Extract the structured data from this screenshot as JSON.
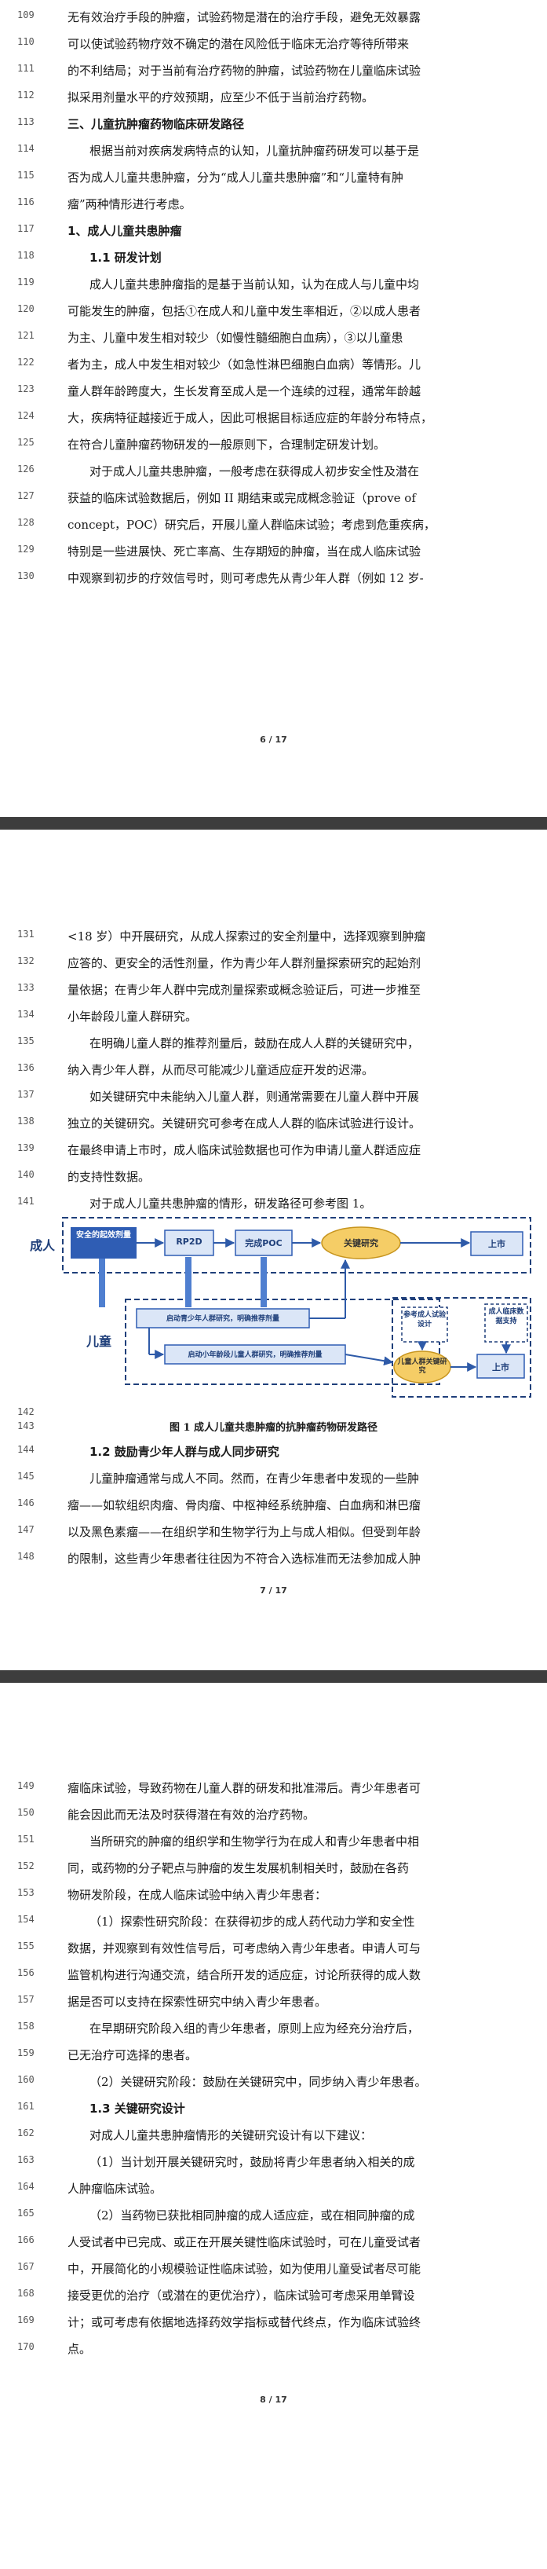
{
  "page1": {
    "lines": [
      {
        "n": "109",
        "t": "无有效治疗手段的肿瘤，试验药物是潜在的治疗手段，避免无效暴露"
      },
      {
        "n": "110",
        "t": "可以使试验药物疗效不确定的潜在风险低于临床无治疗等待所带来"
      },
      {
        "n": "111",
        "t": "的不利结局；对于当前有治疗药物的肿瘤，试验药物在儿童临床试验"
      },
      {
        "n": "112",
        "t": "拟采用剂量水平的疗效预期，应至少不低于当前治疗药物。"
      },
      {
        "n": "113",
        "t": "三、儿童抗肿瘤药物临床研发路径"
      },
      {
        "n": "114",
        "t": "根据当前对疾病发病特点的认知，儿童抗肿瘤药研发可以基于是"
      },
      {
        "n": "115",
        "t": "否为成人儿童共患肿瘤，分为“成人儿童共患肿瘤”和“儿童特有肿"
      },
      {
        "n": "116",
        "t": "瘤”两种情形进行考虑。"
      },
      {
        "n": "117",
        "t": "1、成人儿童共患肿瘤"
      },
      {
        "n": "118",
        "t": "1.1 研发计划"
      },
      {
        "n": "119",
        "t": "成人儿童共患肿瘤指的是基于当前认知，认为在成人与儿童中均"
      },
      {
        "n": "120",
        "t": "可能发生的肿瘤，包括①在成人和儿童中发生率相近，②以成人患者"
      },
      {
        "n": "121",
        "t": "为主、儿童中发生相对较少（如慢性髓细胞白血病），③以儿童患"
      },
      {
        "n": "122",
        "t": "者为主，成人中发生相对较少（如急性淋巴细胞白血病）等情形。儿"
      },
      {
        "n": "123",
        "t": "童人群年龄跨度大，生长发育至成人是一个连续的过程，通常年龄越"
      },
      {
        "n": "124",
        "t": "大，疾病特征越接近于成人，因此可根据目标适应症的年龄分布特点，"
      },
      {
        "n": "125",
        "t": "在符合儿童肿瘤药物研发的一般原则下，合理制定研发计划。"
      },
      {
        "n": "126",
        "t": "对于成人儿童共患肿瘤，一般考虑在获得成人初步安全性及潜在"
      },
      {
        "n": "127",
        "t": "获益的临床试验数据后，例如 II 期结束或完成概念验证（prove of"
      },
      {
        "n": "128",
        "t": "concept，POC）研究后，开展儿童人群临床试验；考虑到危重疾病，"
      },
      {
        "n": "129",
        "t": "特别是一些进展快、死亡率高、生存期短的肿瘤，当在成人临床试验"
      },
      {
        "n": "130",
        "t": "中观察到初步的疗效信号时，则可考虑先从青少年人群（例如 12 岁-"
      }
    ],
    "page_number": "6 / 17"
  },
  "page2": {
    "lines": [
      {
        "n": "131",
        "t": "<18 岁）中开展研究，从成人探索过的安全剂量中，选择观察到肿瘤"
      },
      {
        "n": "132",
        "t": "应答的、更安全的活性剂量，作为青少年人群剂量探索研究的起始剂"
      },
      {
        "n": "133",
        "t": "量依据；在青少年人群中完成剂量探索或概念验证后，可进一步推至"
      },
      {
        "n": "134",
        "t": "小年龄段儿童人群研究。"
      },
      {
        "n": "135",
        "t": "在明确儿童人群的推荐剂量后，鼓励在成人人群的关键研究中，"
      },
      {
        "n": "136",
        "t": "纳入青少年人群，从而尽可能减少儿童适应症开发的迟滞。"
      },
      {
        "n": "137",
        "t": "如关键研究中未能纳入儿童人群，则通常需要在儿童人群中开展"
      },
      {
        "n": "138",
        "t": "独立的关键研究。关键研究可参考在成人人群的临床试验进行设计。"
      },
      {
        "n": "139",
        "t": "在最终申请上市时，成人临床试验数据也可作为申请儿童人群适应症"
      },
      {
        "n": "140",
        "t": "的支持性数据。"
      },
      {
        "n": "141",
        "t": "对于成人儿童共患肿瘤的情形，研发路径可参考图 1。"
      },
      {
        "n": "142",
        "t": ""
      },
      {
        "n": "143",
        "t": ""
      },
      {
        "n": "144",
        "t": "1.2 鼓励青少年人群与成人同步研究"
      },
      {
        "n": "145",
        "t": "儿童肿瘤通常与成人不同。然而，在青少年患者中发现的一些肿"
      },
      {
        "n": "146",
        "t": "瘤——如软组织肉瘤、骨肉瘤、中枢神经系统肿瘤、白血病和淋巴瘤"
      },
      {
        "n": "147",
        "t": "以及黑色素瘤——在组织学和生物学行为上与成人相似。但受到年龄"
      },
      {
        "n": "148",
        "t": "的限制，这些青少年患者往往因为不符合入选标准而无法参加成人肿"
      }
    ],
    "figure": {
      "caption": "图 1 成人儿童共患肿瘤的抗肿瘤药物研发路径",
      "adult_label": "成人",
      "child_label": "儿童",
      "box_safety": "安全的起效剂量",
      "box_rp2d": "RP2D",
      "box_poc": "完成POC",
      "box_pivotal": "关键研究",
      "box_market1": "上市",
      "box_teen": "启动青少年人群研究，明确推荐剂量",
      "box_child": "启动小年龄段儿童人群研究，明确推荐剂量",
      "box_ref": "参考成人试验设计",
      "box_extrap": "成人临床数据支持",
      "box_child_pivotal": "儿童人群关键研究",
      "box_market2": "上市"
    },
    "page_number": "7 / 17"
  },
  "page3": {
    "lines": [
      {
        "n": "149",
        "t": "瘤临床试验，导致药物在儿童人群的研发和批准滞后。青少年患者可"
      },
      {
        "n": "150",
        "t": "能会因此而无法及时获得潜在有效的治疗药物。"
      },
      {
        "n": "151",
        "t": "当所研究的肿瘤的组织学和生物学行为在成人和青少年患者中相"
      },
      {
        "n": "152",
        "t": "同，或药物的分子靶点与肿瘤的发生发展机制相关时，鼓励在各药"
      },
      {
        "n": "153",
        "t": "物研发阶段，在成人临床试验中纳入青少年患者："
      },
      {
        "n": "154",
        "t": "（1）探索性研究阶段：在获得初步的成人药代动力学和安全性"
      },
      {
        "n": "155",
        "t": "数据，并观察到有效性信号后，可考虑纳入青少年患者。申请人可与"
      },
      {
        "n": "156",
        "t": "监管机构进行沟通交流，结合所开发的适应症，讨论所获得的成人数"
      },
      {
        "n": "157",
        "t": "据是否可以支持在探索性研究中纳入青少年患者。"
      },
      {
        "n": "158",
        "t": "在早期研究阶段入组的青少年患者，原则上应为经充分治疗后，"
      },
      {
        "n": "159",
        "t": "已无治疗可选择的患者。"
      },
      {
        "n": "160",
        "t": "（2）关键研究阶段：鼓励在关键研究中，同步纳入青少年患者。"
      },
      {
        "n": "161",
        "t": "1.3 关键研究设计"
      },
      {
        "n": "162",
        "t": "对成人儿童共患肿瘤情形的关键研究设计有以下建议："
      },
      {
        "n": "163",
        "t": "（1）当计划开展关键研究时，鼓励将青少年患者纳入相关的成"
      },
      {
        "n": "164",
        "t": "人肿瘤临床试验。"
      },
      {
        "n": "165",
        "t": "（2）当药物已获批相同肿瘤的成人适应症，或在相同肿瘤的成"
      },
      {
        "n": "166",
        "t": "人受试者中已完成、或正在开展关键性临床试验时，可在儿童受试者"
      },
      {
        "n": "167",
        "t": "中，开展简化的小规模验证性临床试验，如为使用儿童受试者尽可能"
      },
      {
        "n": "168",
        "t": "接受更优的治疗（或潜在的更优治疗），临床试验可考虑采用单臂设"
      },
      {
        "n": "169",
        "t": "计；或可考虑有依据地选择药效学指标或替代终点，作为临床试验终"
      },
      {
        "n": "170",
        "t": "点。"
      }
    ],
    "page_number": "8 / 17"
  }
}
